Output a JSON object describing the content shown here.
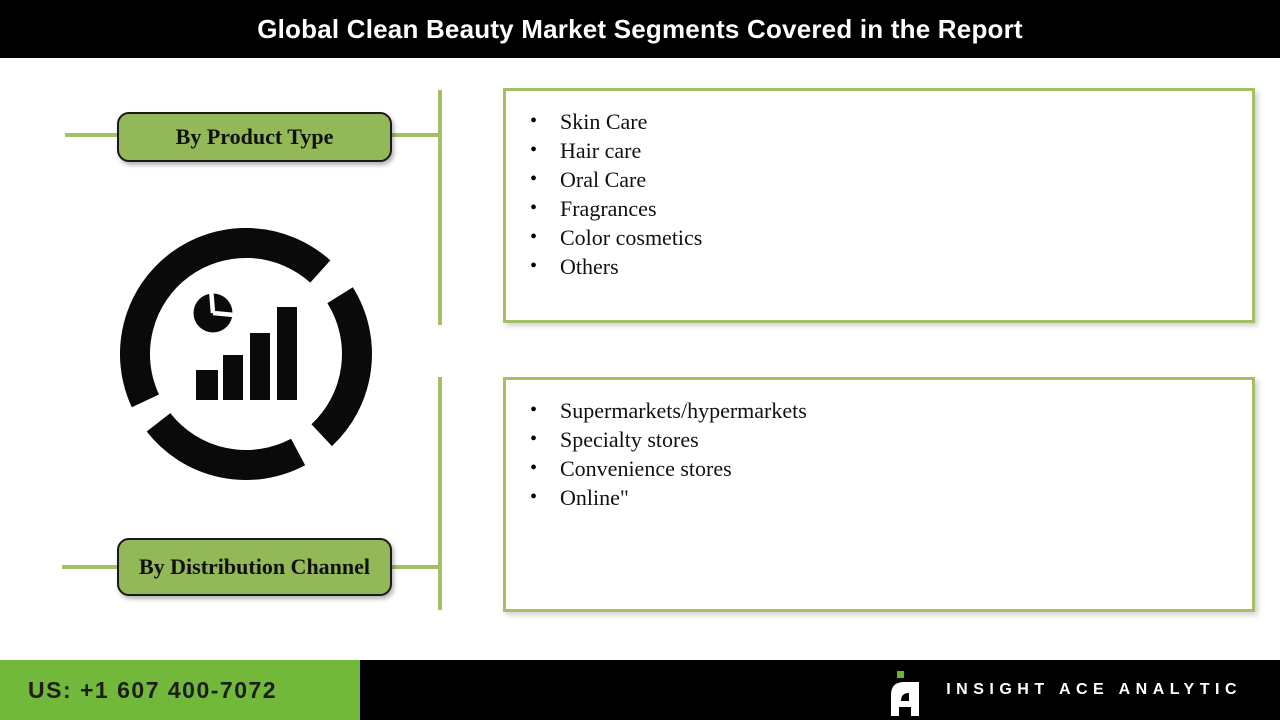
{
  "header": {
    "title": "Global Clean Beauty Market Segments Covered in the Report"
  },
  "segments": [
    {
      "id": "product-type",
      "label": "By Product Type",
      "items": [
        "Skin Care",
        "Hair care",
        "Oral Care",
        "Fragrances",
        "Color cosmetics",
        "Others"
      ]
    },
    {
      "id": "distribution-channel",
      "label": "By Distribution Channel",
      "items": [
        "Supermarkets/hypermarkets",
        "Specialty stores",
        "Convenience stores",
        "Online\""
      ]
    }
  ],
  "icon": {
    "name": "market-analytics-icon"
  },
  "footer": {
    "phone": "US: +1 607 400-7072",
    "brand": "INSIGHT ACE ANALYTIC"
  },
  "colors": {
    "header_bg": "#000000",
    "title_text": "#ffffff",
    "label_box_green": "#92b857",
    "line_green": "#a3c164",
    "footer_green": "#72b83a",
    "logo_green": "#6ab42e",
    "icon_black": "#0a0a0a"
  }
}
